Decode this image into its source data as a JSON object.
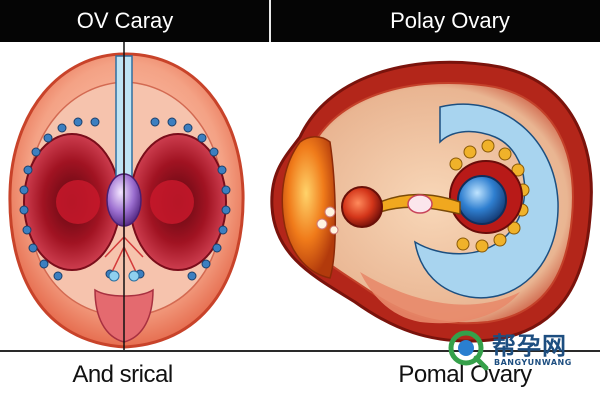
{
  "header": {
    "left_title": "OV Caray",
    "right_title": "Polay Ovary"
  },
  "footer": {
    "left_caption": "And srical",
    "right_caption": "Pomal Ovary"
  },
  "watermark": {
    "chinese": "帮孕网",
    "latin": "BANGYUNWANG"
  },
  "colors": {
    "header_bg": "#050505",
    "header_text": "#ffffff",
    "outer_tissue": "#e96a4e",
    "inner_chamber": "#b5162a",
    "follicle_blue": "#3c7fc0",
    "watermark_blue": "#1d4e80"
  }
}
